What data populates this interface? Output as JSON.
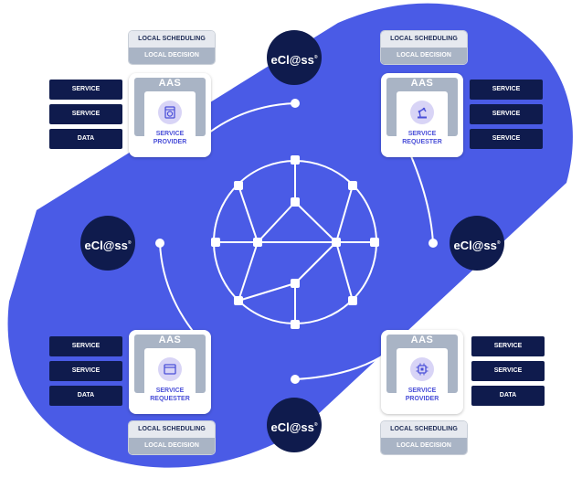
{
  "colors": {
    "band": "#4a5be6",
    "navy": "#0f1b4d",
    "card_tab": "#a9b4c5",
    "accent_text": "#4a4fd8"
  },
  "local_stacks": [
    {
      "scheduling": "LOCAL SCHEDULING",
      "decision": "LOCAL DECISION"
    },
    {
      "scheduling": "LOCAL SCHEDULING",
      "decision": "LOCAL DECISION"
    },
    {
      "scheduling": "LOCAL SCHEDULING",
      "decision": "LOCAL DECISION"
    },
    {
      "scheduling": "LOCAL SCHEDULING",
      "decision": "LOCAL DECISION"
    }
  ],
  "cards": [
    {
      "title": "AAS",
      "caption_line1": "SERVICE",
      "caption_line2": "PROVIDER",
      "icon": "washing-machine-icon",
      "labels": [
        "SERVICE",
        "SERVICE",
        "DATA"
      ]
    },
    {
      "title": "AAS",
      "caption_line1": "SERVICE",
      "caption_line2": "REQUESTER",
      "icon": "robot-arm-icon",
      "labels": [
        "SERVICE",
        "SERVICE",
        "SERVICE"
      ]
    },
    {
      "title": "AAS",
      "caption_line1": "SERVICE",
      "caption_line2": "REQUESTER",
      "icon": "browser-window-icon",
      "labels": [
        "SERVICE",
        "SERVICE",
        "DATA"
      ]
    },
    {
      "title": "AAS",
      "caption_line1": "SERVICE",
      "caption_line2": "PROVIDER",
      "icon": "chip-icon",
      "labels": [
        "SERVICE",
        "SERVICE",
        "DATA"
      ]
    }
  ],
  "badges": [
    {
      "text": "eCl@ss",
      "mark": "®"
    },
    {
      "text": "eCl@ss",
      "mark": "®"
    },
    {
      "text": "eCl@ss",
      "mark": "®"
    },
    {
      "text": "eCl@ss",
      "mark": "®"
    }
  ]
}
